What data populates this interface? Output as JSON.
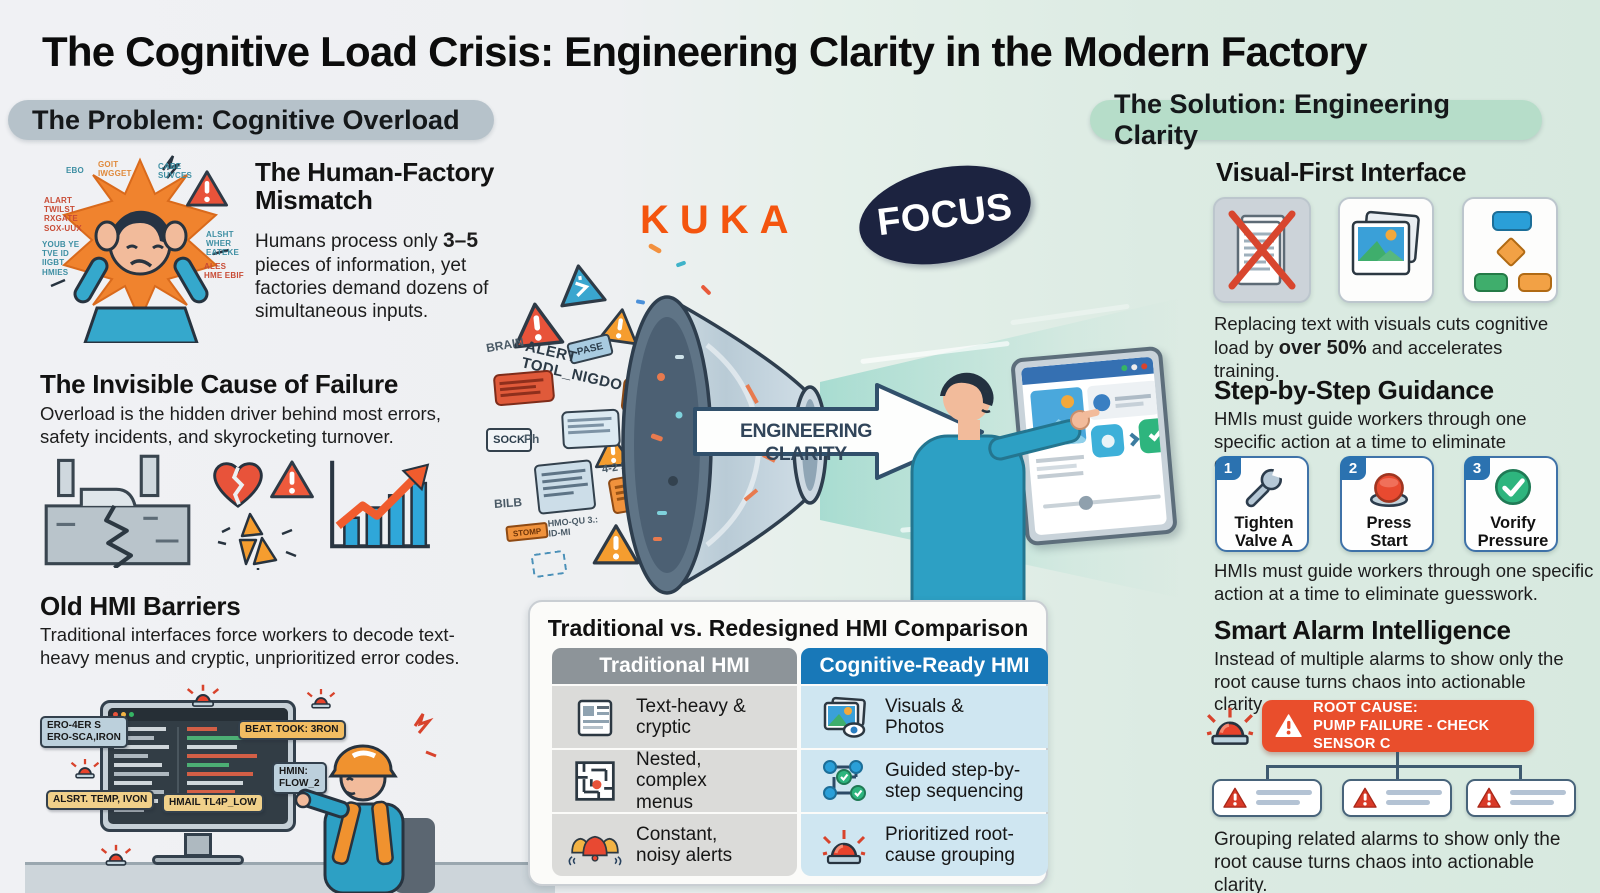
{
  "title": "The Cognitive Load Crisis: Engineering Clarity in the Modern Factory",
  "problem": {
    "header": "The Problem: Cognitive Overload",
    "mismatch": {
      "heading": "The Human-Factory Mismatch",
      "body_pre": "Humans process only ",
      "body_bold": "3–5",
      "body_post": " pieces of information, yet factories demand dozens of simultaneous inputs.",
      "scatter": [
        "EBO",
        "GOIT IWGGET",
        "CABE SUVCES",
        "ALART TWILST RXGATE SOX-UUX",
        "YOUB YE TVE ID IIGBT HMIES",
        "ALSHT WHER EATEKE",
        "ALES HME EBIF"
      ]
    },
    "invisible": {
      "heading": "The Invisible Cause of Failure",
      "body": "Overload is the hidden driver behind most errors, safety incidents, and skyrocketing turnover."
    },
    "barriers": {
      "heading": "Old HMI Barriers",
      "body": "Traditional interfaces force workers to decode text-heavy menus and cryptic, unprioritized error codes.",
      "callouts": {
        "c1a": "ERO-4ER S",
        "c1b": "ERO-SCA,IRON",
        "c2": "ALSRT. TEMP, IVON",
        "c3": "HMAIL TL4P_LOW",
        "c4": "BEAT. TOOK: 3RON",
        "c5a": "HMIN:",
        "c5b": "FLOW_2"
      }
    }
  },
  "center": {
    "kuka": "KUKA",
    "focus": "FOCUS",
    "arrow_label": "ENGINEERING CLARITY",
    "chaos": {
      "alert": "ALERT TODL_NIGDO",
      "brain": "BRAIN",
      "sock": "SOCK",
      "page": "PASE",
      "nums": "4-2 5",
      "ph": "Ph",
      "bilb": "BILB",
      "stomp": "STOMP",
      "scribble": "HMO-QU 3.: ID-MI"
    }
  },
  "comparison": {
    "title": "Traditional vs. Redesigned HMI Comparison",
    "col_left": "Traditional HMI",
    "col_right": "Cognitive-Ready HMI",
    "rows": [
      {
        "left": "Text-heavy & cryptic",
        "right": "Visuals & Photos"
      },
      {
        "left": "Nested, complex menus",
        "right": "Guided step-by-step sequencing"
      },
      {
        "left": "Constant, noisy alerts",
        "right": "Prioritized root-cause grouping"
      }
    ]
  },
  "solution": {
    "header": "The Solution: Engineering Clarity",
    "visual_first": {
      "heading": "Visual-First Interface",
      "body_pre": "Replacing text with visuals cuts cognitive load by ",
      "body_bold": "over 50%",
      "body_post": " and accelerates training."
    },
    "guidance": {
      "heading": "Step-by-Step Guidance",
      "body": "HMIs must guide workers through one specific action at a time to eliminate guesswork.",
      "steps": [
        {
          "num": "1",
          "label": "Tighten Valve A"
        },
        {
          "num": "2",
          "label": "Press Start"
        },
        {
          "num": "3",
          "label": "Vorify Pressure"
        }
      ],
      "body2": "HMIs must guide workers through one specific action at a time to eliminate guesswork."
    },
    "alarm": {
      "heading": "Smart Alarm Intelligence",
      "body": "Instead of multiple alarms to show only the root cause turns chaos into actionable clarity.",
      "root_label": "ROOT CAUSE:",
      "root_detail": "PUMP FAILURE - CHECK SENSOR C",
      "body2": "Grouping related alarms to show only the root cause turns chaos into actionable clarity."
    }
  },
  "colors": {
    "kuka_orange": "#f4550f",
    "focus_navy": "#1c2340",
    "header_gray": "#8d9499",
    "header_blue": "#1878b8",
    "root_cause_red": "#e94e2c",
    "beam_teal": "#76ccbc"
  }
}
